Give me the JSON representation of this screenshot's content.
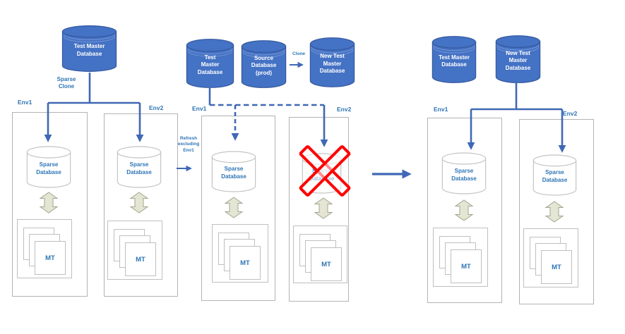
{
  "stages": [
    {
      "id": "stage-initial-clone",
      "masters": [
        {
          "label": "Test Master Database"
        }
      ],
      "flow_label": "Sparse Clone",
      "envs": [
        {
          "label": "Env1",
          "database": "Sparse Database",
          "tenant": "MT",
          "crossed_out": false
        },
        {
          "label": "Env2",
          "database": "Sparse Database",
          "tenant": "MT",
          "crossed_out": false
        }
      ]
    },
    {
      "id": "stage-refresh",
      "masters": [
        {
          "label": "Test Master Database"
        },
        {
          "label": "Source Database (prod)"
        },
        {
          "label": "New Test Master Database"
        }
      ],
      "clone_label": "Clone",
      "transition_label": "Refresh excluding Env1",
      "envs": [
        {
          "label": "Env1",
          "database": "Sparse Database",
          "tenant": "MT",
          "crossed_out": false
        },
        {
          "label": "Env2",
          "database": "Sparse Database",
          "tenant": "MT",
          "crossed_out": true
        }
      ]
    },
    {
      "id": "stage-final",
      "masters": [
        {
          "label": "Test Master Database"
        },
        {
          "label": "New Test Master Database"
        }
      ],
      "envs": [
        {
          "label": "Env1",
          "database": "Sparse Database",
          "tenant": "MT",
          "crossed_out": false
        },
        {
          "label": "Env2",
          "database": "Sparse Database",
          "tenant": "MT",
          "crossed_out": false
        }
      ]
    }
  ],
  "colors": {
    "master_db_fill": "#4472C4",
    "master_db_border": "#35579E",
    "connector_blue": "#3F68B5",
    "label_blue": "#2E75B6",
    "env_box_border": "#B3B3B3",
    "sparse_db_border": "#C4C4C4",
    "sync_arrow_fill": "#E4E6D3",
    "sync_arrow_border": "#9FA58F",
    "cross_out_red": "#FF0000"
  }
}
